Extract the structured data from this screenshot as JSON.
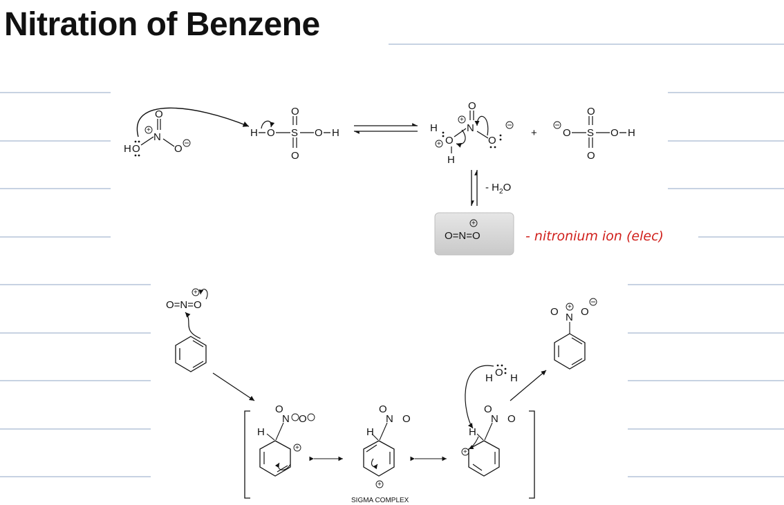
{
  "page": {
    "title": "Nitration of Benzene"
  },
  "labels": {
    "minus_water": "- H",
    "minus_water_sub": "2",
    "minus_water_tail": "O",
    "nitronium_formula": "O=N=O",
    "sigma_complex": "SIGMA COMPLEX",
    "plus": "+"
  },
  "annotations": {
    "handwritten_note": "- nitronium  ion (elec)"
  },
  "colors": {
    "ruled_line": "#8fa6c6",
    "ink": "#111111",
    "annotation": "#d0201c",
    "highlight_box": "#d8d8d8"
  }
}
